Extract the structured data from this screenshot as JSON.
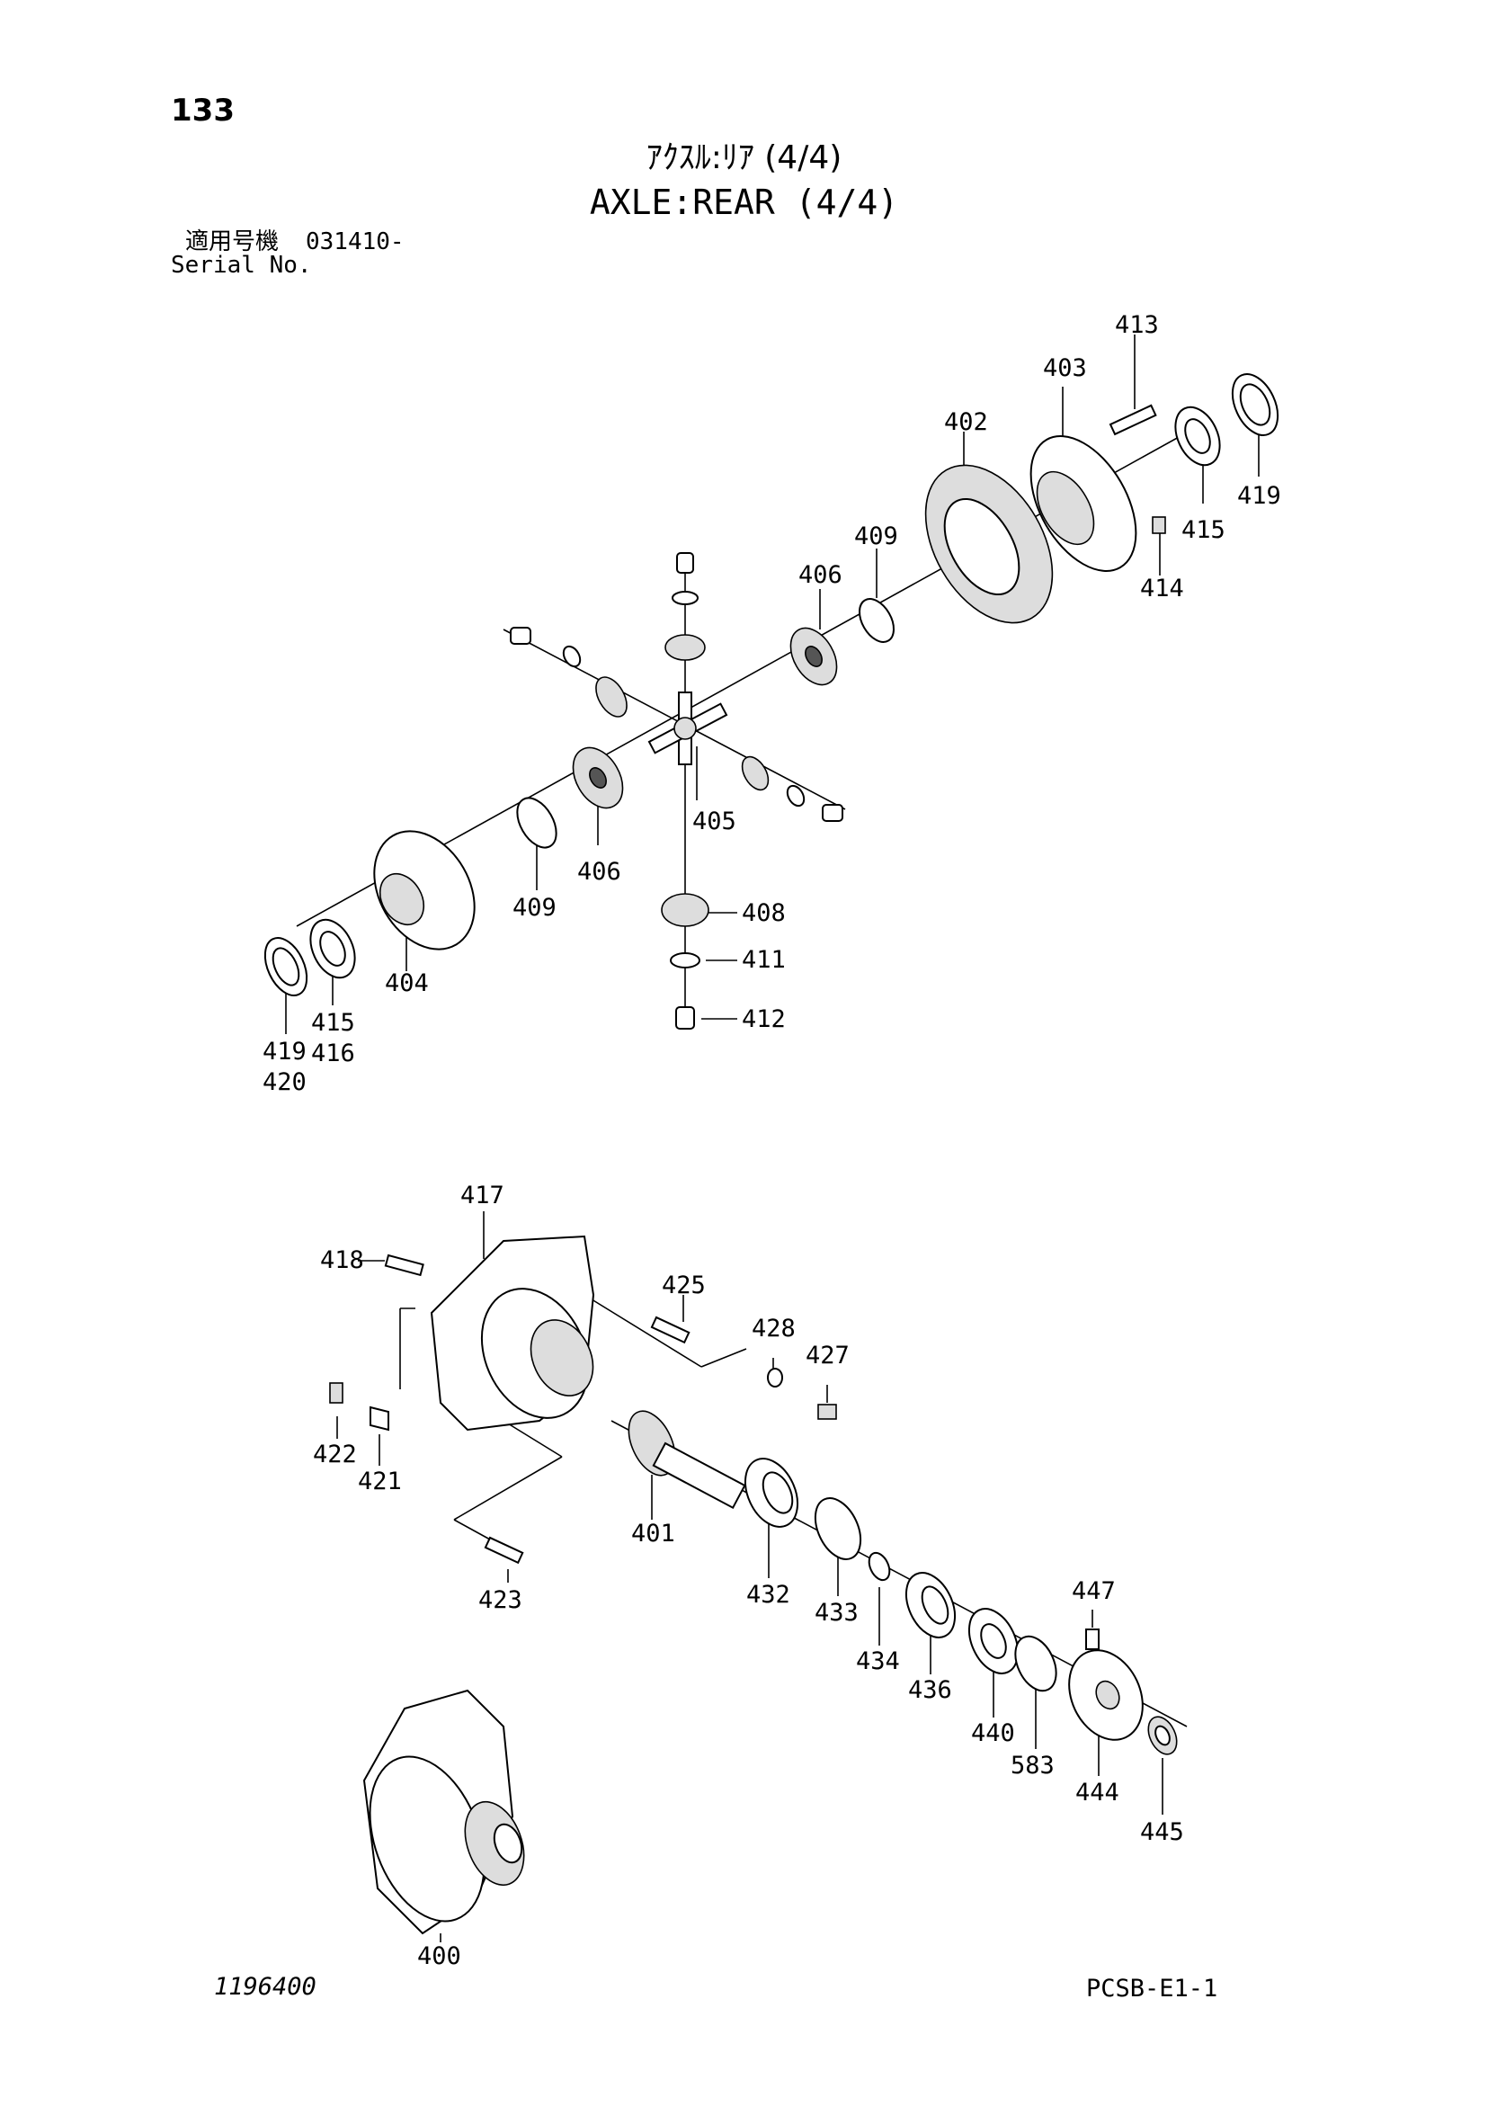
{
  "header": {
    "page_number": "133",
    "title_jp": "ｱｸｽﾙ:ﾘｱ (4/4)",
    "title_en": "AXLE:REAR (4/4)",
    "serial_label_jp": "適用号機",
    "serial_value": "031410-",
    "serial_label_en": "Serial No."
  },
  "callouts": {
    "c400": "400",
    "c401": "401",
    "c402": "402",
    "c403": "403",
    "c404": "404",
    "c405": "405",
    "c406a": "406",
    "c406b": "406",
    "c408": "408",
    "c409a": "409",
    "c409b": "409",
    "c411": "411",
    "c412": "412",
    "c413": "413",
    "c414": "414",
    "c415a": "415",
    "c415b": "415",
    "c416": "416",
    "c417": "417",
    "c418": "418",
    "c419a": "419",
    "c419b": "419",
    "c420": "420",
    "c421": "421",
    "c422": "422",
    "c423": "423",
    "c425": "425",
    "c427": "427",
    "c428": "428",
    "c432": "432",
    "c433": "433",
    "c434": "434",
    "c436": "436",
    "c440": "440",
    "c444": "444",
    "c445": "445",
    "c447": "447",
    "c583": "583"
  },
  "footer": {
    "illustration_number": "1196400",
    "sheet_code": "PCSB-E1-1"
  }
}
